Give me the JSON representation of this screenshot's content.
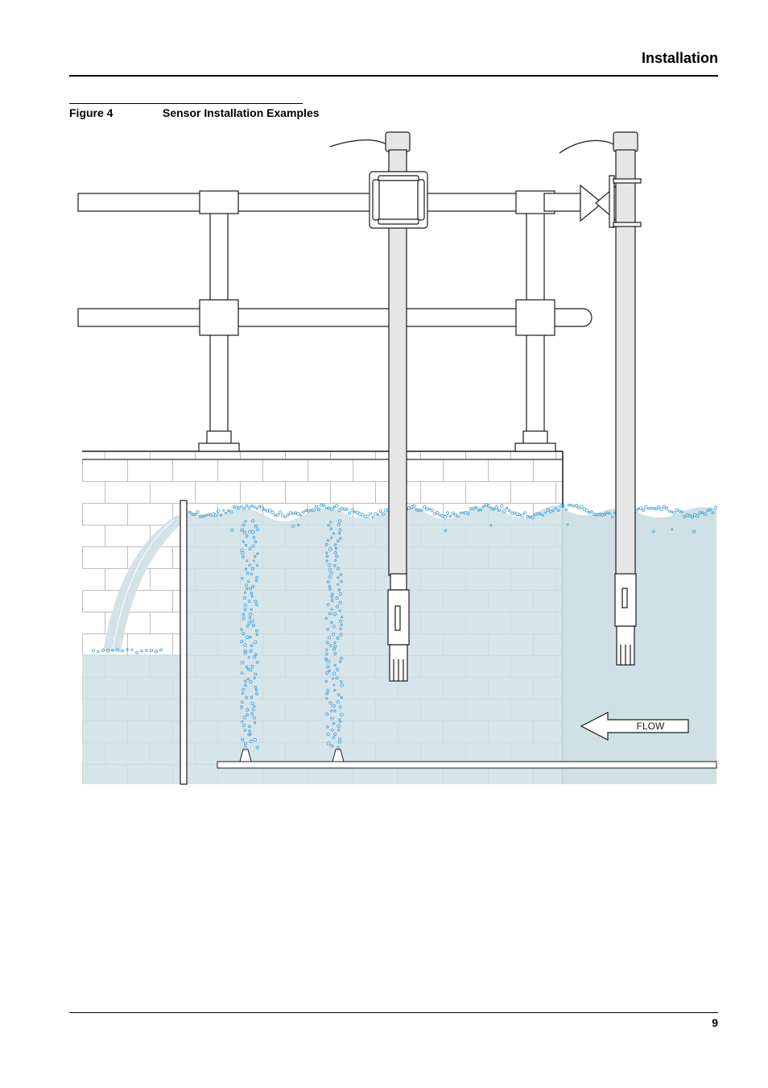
{
  "header": {
    "section_title": "Installation"
  },
  "figure": {
    "label": "Figure 4",
    "title": "Sensor Installation Examples",
    "flow_label": "FLOW",
    "colors": {
      "water": "#cfe0e6",
      "bubble": "#3f9ed6",
      "line": "#1a1a1a",
      "pipe_fill": "#ffffff",
      "probe_fill": "#e6e6e6"
    }
  },
  "footer": {
    "page_number": "9"
  }
}
